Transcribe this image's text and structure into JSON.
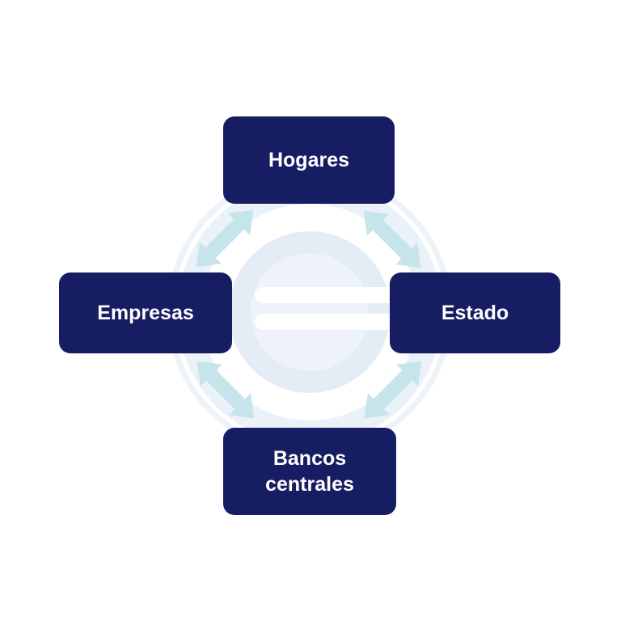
{
  "diagram": {
    "type": "cycle",
    "language": "es",
    "nodes": [
      {
        "id": "hogares",
        "label": "Hogares",
        "position": "top"
      },
      {
        "id": "empresas",
        "label": "Empresas",
        "position": "left"
      },
      {
        "id": "estado",
        "label": "Estado",
        "position": "right"
      },
      {
        "id": "bancos-centrales",
        "label": "Bancos centrales",
        "position": "bottom"
      }
    ],
    "connections": [
      {
        "from": "hogares",
        "to": "empresas",
        "bidirectional": true
      },
      {
        "from": "hogares",
        "to": "estado",
        "bidirectional": true
      },
      {
        "from": "empresas",
        "to": "bancos-centrales",
        "bidirectional": true
      },
      {
        "from": "estado",
        "to": "bancos-centrales",
        "bidirectional": true
      }
    ],
    "center_icon": "euro-coin-icon",
    "colors": {
      "node_background": "#161d62",
      "node_text": "#ffffff",
      "arrow": "#c5e5eb",
      "outer_ring": "#edf3f9",
      "circle_band": "#eaf1f8",
      "white_ring": "#ffffff",
      "euro_ring": "#e4ecf6",
      "euro_inner": "#eef3fa",
      "euro_bars": "#ffffff",
      "background": "#ffffff"
    }
  }
}
